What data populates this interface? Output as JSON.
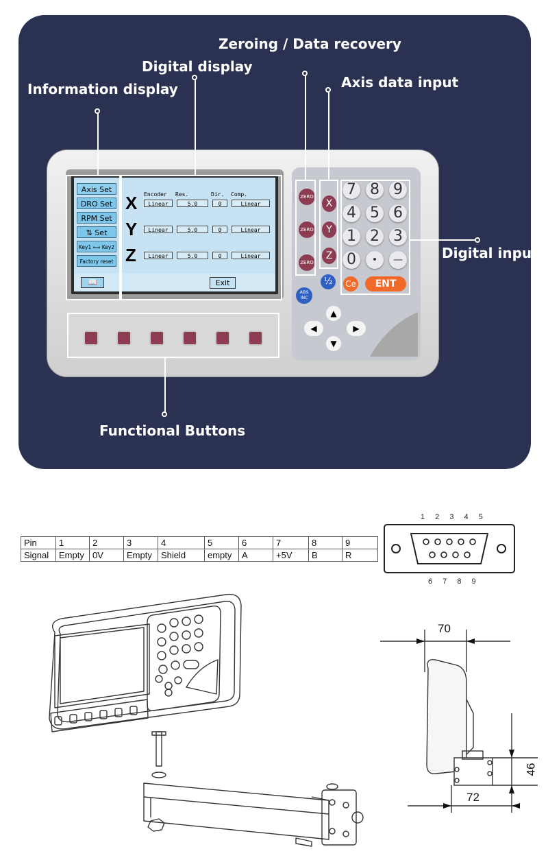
{
  "callouts": {
    "zeroing": "Zeroing / Data recovery",
    "digital_display": "Digital display",
    "axis_data_input": "Axis data input",
    "information_display": "Information display",
    "digital_input": "Digital input",
    "functional_buttons": "Functional Buttons"
  },
  "lcd": {
    "side_buttons": [
      "Axis Set",
      "DRO Set",
      "RPM Set",
      "Set",
      "Key1 ⟺ Key2",
      "Factory reset"
    ],
    "headers": {
      "encoder": "Encoder",
      "res": "Res.",
      "dir": "Dir.",
      "comp": "Comp."
    },
    "axes": [
      {
        "letter": "X",
        "encoder": "Linear",
        "res": "5.0",
        "dir": "0",
        "comp": "Linear"
      },
      {
        "letter": "Y",
        "encoder": "Linear",
        "res": "5.0",
        "dir": "0",
        "comp": "Linear"
      },
      {
        "letter": "Z",
        "encoder": "Linear",
        "res": "5.0",
        "dir": "0",
        "comp": "Linear"
      }
    ],
    "exit_label": "Exit"
  },
  "keypad": {
    "zero_label": "ZERO",
    "axis_keys": [
      "X",
      "Y",
      "Z"
    ],
    "digits": [
      "7",
      "8",
      "9",
      "4",
      "5",
      "6",
      "1",
      "2",
      "3",
      "0",
      "•",
      "—"
    ],
    "half_label": "½",
    "ce_label": "Ce",
    "ent_label": "ENT",
    "abs_inc_label_top": "ABS",
    "abs_inc_label_bottom": "INC"
  },
  "pin_table": {
    "header": [
      "Pin",
      "1",
      "2",
      "3",
      "4",
      "5",
      "6",
      "7",
      "8",
      "9"
    ],
    "row": [
      "Signal",
      "Empty",
      "0V",
      "Empty",
      "Shield",
      "empty",
      "A",
      "+5V",
      "B",
      "R"
    ]
  },
  "connector": {
    "top_pins": "1 2 3 4 5",
    "bottom_pins": "6 7 8 9"
  },
  "dimensions": {
    "width_top": "70",
    "height_side": "46",
    "width_bottom": "72"
  },
  "colors": {
    "panel_bg": "#2b3150",
    "button_maroon": "#8c3d52",
    "lcd_bg": "#c7e2f3",
    "side_button": "#7ec6ea",
    "ent_orange": "#f26a2a"
  }
}
